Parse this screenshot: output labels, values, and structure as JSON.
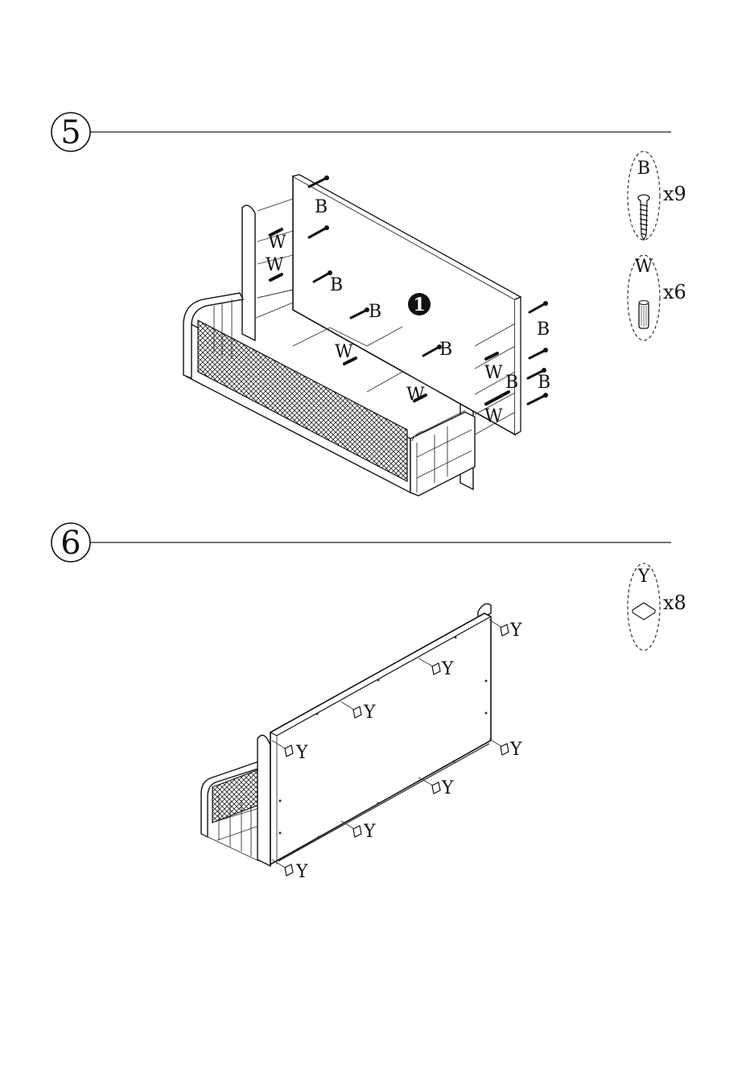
{
  "steps": [
    {
      "number": "5",
      "panel_marker": "1",
      "parts": [
        {
          "code": "B",
          "quantity": "x9",
          "icon": "screw-icon"
        },
        {
          "code": "W",
          "quantity": "x6",
          "icon": "wooden-dowel-icon"
        }
      ],
      "callouts": {
        "screw": "B",
        "dowel": "W"
      }
    },
    {
      "number": "6",
      "parts": [
        {
          "code": "Y",
          "quantity": "x8",
          "icon": "felt-pad-icon"
        }
      ],
      "callouts": {
        "pad": "Y"
      }
    }
  ]
}
